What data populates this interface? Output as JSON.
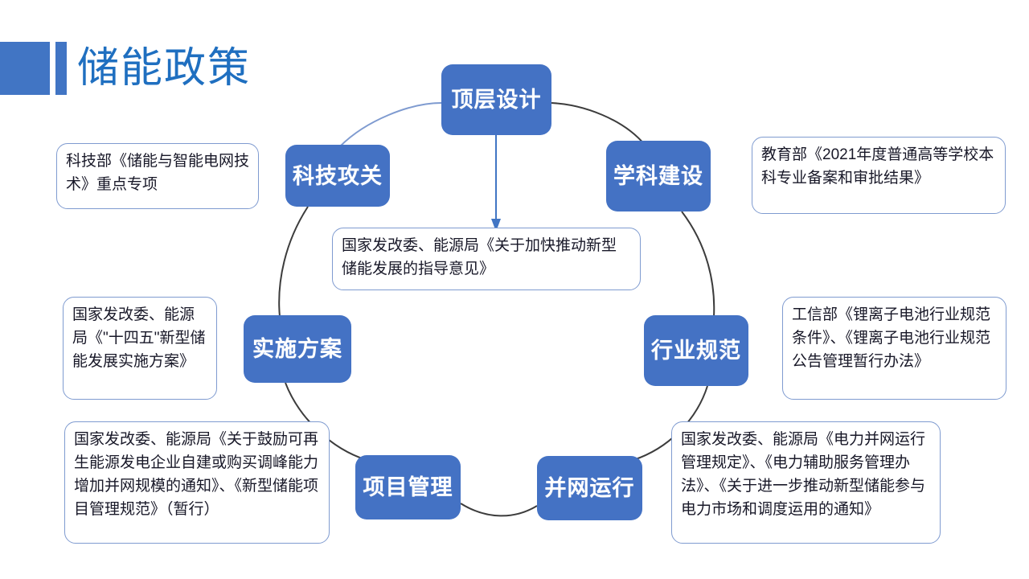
{
  "slide": {
    "title": "储能政策",
    "accent_color": "#4175c4",
    "title_color": "#1f6fc0",
    "node_color": "#4472c4",
    "callout_border_color": "#7f9bd0",
    "background": "#ffffff"
  },
  "nodes": [
    {
      "id": "top-design",
      "label": "顶层设计"
    },
    {
      "id": "discipline",
      "label": "学科建设"
    },
    {
      "id": "tech",
      "label": "科技攻关"
    },
    {
      "id": "standard",
      "label": "行业规范"
    },
    {
      "id": "plan",
      "label": "实施方案"
    },
    {
      "id": "grid",
      "label": "并网运行"
    },
    {
      "id": "project",
      "label": "项目管理"
    }
  ],
  "callouts": {
    "tech": "科技部《储能与智能电网技术》重点专项",
    "discipline": "教育部《2021年度普通高等学校本科专业备案和审批结果》",
    "center": "国家发改委、能源局《关于加快推动新型储能发展的指导意见》",
    "plan": "国家发改委、能源局《\"十四五\"新型储能发展实施方案》",
    "standard": "工信部《锂离子电池行业规范条件》、《锂离子电池行业规范公告管理暂行办法》",
    "project": "国家发改委、能源局《关于鼓励可再生能源发电企业自建或购买调峰能力增加并网规模的通知》、《新型储能项目管理规范》（暂行）",
    "grid": "国家发改委、能源局《电力并网运行管理规定》、《电力辅助服务管理办法》、《关于进一步推动新型储能参与电力市场和调度运用的通知》"
  }
}
